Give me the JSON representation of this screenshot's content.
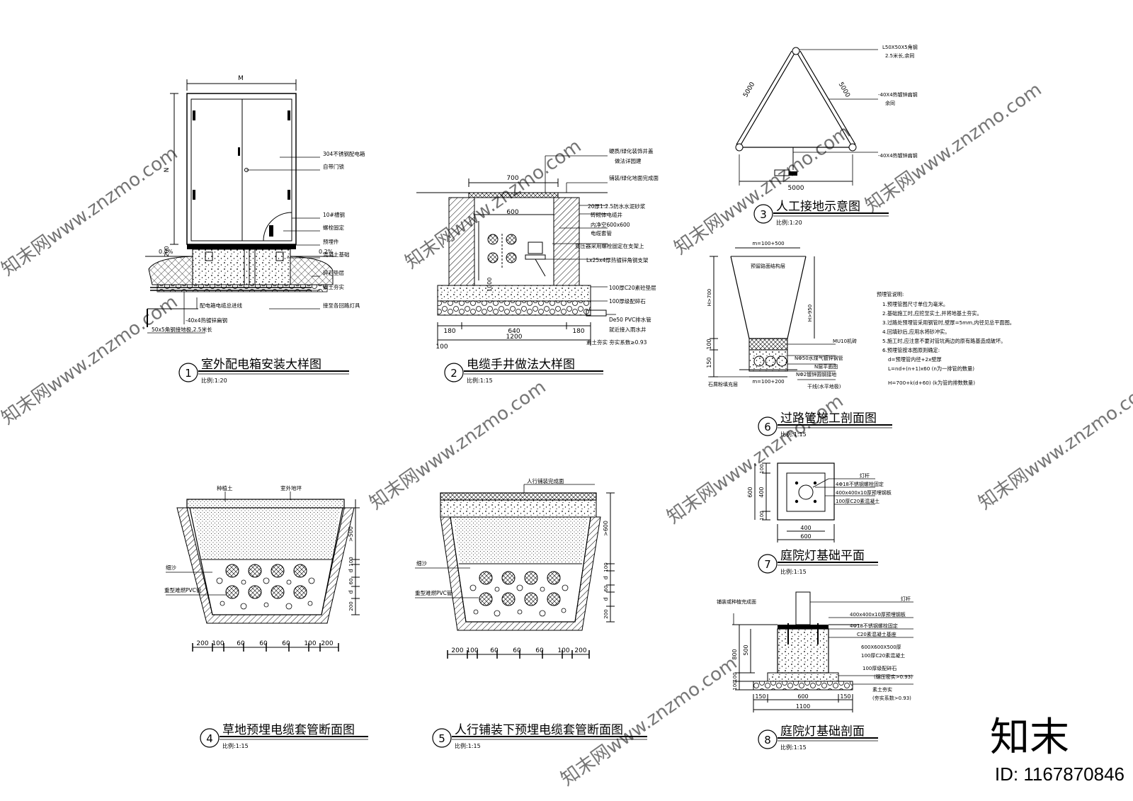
{
  "drawings": [
    {
      "id": 1,
      "num": "1",
      "title": "室外配电箱安装大样图",
      "scale": "比例:1:20",
      "dims": {
        "width": "M",
        "height": "N",
        "base": "200",
        "slope_left": "0.2%",
        "slope_right": "0.2%"
      },
      "labels": [
        "304不锈钢配电箱",
        "自带门锁",
        "10#槽钢",
        "螺栓固定",
        "预埋件",
        "混凝土基础",
        "碎石垫层",
        "素土夯实",
        "接至各回路灯具",
        "配电箱电缆总进线",
        "-40x4热镀锌扁钢",
        "50x5角钢接地极,2.5米长"
      ]
    },
    {
      "id": 2,
      "num": "2",
      "title": "电缆手井做法大样图",
      "scale": "比例:1:15",
      "dims": [
        "700",
        "600",
        "180",
        "640",
        "180",
        "1200",
        "100",
        "1000"
      ],
      "labels": [
        "硬质/绿化装饰井盖",
        "做法详园建",
        "铺装/绿化地面完成面",
        "20厚1:2.5防水水泥砂浆",
        "砖砌体电缆井",
        "内净空600x600",
        "电缆套管",
        "变压器采用螺栓固定在支架上",
        "Lx25x4厚热镀锌角钢支架",
        "100厚C20素砼垫层",
        "100厚级配碎石",
        "De50 PVC排水管",
        "就近接入雨水井",
        "素土夯实 夯实系数≥0.93"
      ]
    },
    {
      "id": 3,
      "num": "3",
      "title": "人工接地示意图",
      "scale": "比例:1:20",
      "dims": [
        "5000",
        "5000",
        "5000"
      ],
      "labels": [
        "L50X50X5角钢",
        "2.5米长,余同",
        "-40X4热镀锌扁钢",
        "余同",
        "-40X4热镀锌扁钢"
      ]
    },
    {
      "id": 6,
      "num": "6",
      "title": "过路管施工剖面图",
      "scale": "比例:1:15",
      "dims": [
        "m=100+500",
        "H>700",
        "H>950",
        "100",
        "150",
        "m=100+200"
      ],
      "labels": [
        "预留路面结构层",
        "MU10机砖",
        "NΦ50水煤气镀锌钢管",
        "N层平面图",
        "NΦ2镀锌圆钢接地",
        "干线(水平地极)",
        "石屑粉填充层"
      ],
      "notes_title": "预埋管说明:",
      "notes": [
        "1.预埋管图尺寸单位为毫米。",
        "2.基础施工时,应挖至实土,并将地基土夯实。",
        "3.过路处预埋管采用钢管时,壁厚=5mm,内径见总平面图。",
        "4.回填砂后,应用水将砂冲实。",
        "5.施工时,应注意不要对管坑两边的原有路基造成破坏。",
        "6.预埋管按本图原则确定:",
        "d=预埋管内径+2x壁厚",
        "L=nd+(n+1)x60 (n为一排管的数量)",
        "H=700+k(d+60) (k为管的排数数量)"
      ]
    },
    {
      "id": 7,
      "num": "7",
      "title": "庭院灯基础平面",
      "scale": "比例:1:15",
      "dims": [
        "100",
        "400",
        "100",
        "600",
        "400",
        "600"
      ],
      "labels": [
        "灯杆",
        "4Φ18不锈钢螺栓固定",
        "400x400x10厚预埋钢板",
        "100厚C20素混凝土"
      ]
    },
    {
      "id": 8,
      "num": "8",
      "title": "庭院灯基础剖面",
      "scale": "比例:1:15",
      "dims": [
        "800",
        "500",
        "100",
        "100",
        "150",
        "600",
        "150",
        "1100"
      ],
      "labels": [
        "铺装或种植完成面",
        "灯杆",
        "400x400x10厚预埋钢板",
        "4Φ18不锈钢螺栓固定",
        "C20素混凝土基座",
        "600X600X500厚",
        "100厚C20素混凝土",
        "100厚级配碎石",
        "(碾压密实>0.93)",
        "素土夯实",
        "(夯实系数>0.93)"
      ]
    },
    {
      "id": 4,
      "num": "4",
      "title": "草地预埋电缆套管断面图",
      "scale": "比例:1:15",
      "dims_bottom": [
        "200",
        "100",
        "60",
        "60",
        "60",
        "100",
        "200"
      ],
      "dims_right": [
        ">500",
        "100",
        "d",
        "60",
        "d",
        "200"
      ],
      "labels": [
        "种植土",
        "室外地坪",
        "细沙",
        "重型难燃PVC管"
      ]
    },
    {
      "id": 5,
      "num": "5",
      "title": "人行铺装下预埋电缆套管断面图",
      "scale": "比例:1:15",
      "dims_bottom": [
        "200",
        "100",
        "60",
        "60",
        "60",
        "100",
        "200"
      ],
      "dims_right": [
        ">600",
        "100",
        "d",
        "60",
        "d",
        "200"
      ],
      "labels": [
        "人行铺装完成面",
        "细沙",
        "重型难燃PVC管"
      ]
    }
  ],
  "watermark": {
    "logo_text": "知末",
    "id_text": "ID: 1167870846",
    "repeat_text": "知末网www.znzmo.com"
  }
}
